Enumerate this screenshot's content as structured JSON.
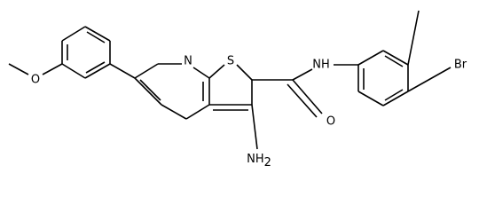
{
  "atoms": {
    "methoxy_o": "O",
    "pyridine_n": "N",
    "thiophene_s": "S",
    "amino": {
      "symbol": "NH",
      "subscript": "2"
    },
    "amide_nh": "NH",
    "carbonyl_o": "O",
    "bromo": "Br"
  },
  "colors": {
    "ink": "#000000",
    "background": "#ffffff"
  }
}
